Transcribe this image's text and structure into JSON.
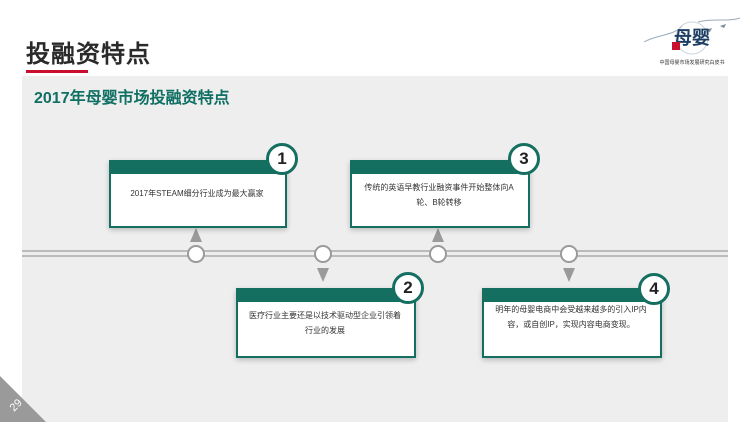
{
  "header": {
    "title": "投融资特点",
    "logo_text": "母婴",
    "logo_caption": "中国母婴市场发展研究白皮书"
  },
  "panel": {
    "subtitle": "2017年母婴市场投融资特点"
  },
  "cards": [
    {
      "number": "1",
      "text": "2017年STEAM细分行业成为最大赢家"
    },
    {
      "number": "2",
      "text": "医疗行业主要还是以技术驱动型企业引领着行业的发展"
    },
    {
      "number": "3",
      "text": "传统的英语早教行业融资事件开始整体向A轮、B轮转移"
    },
    {
      "number": "4",
      "text": "明年的母婴电商中会受越来越多的引入IP内容，或自创IP，实现内容电商变现。"
    }
  ],
  "page_number": "29",
  "colors": {
    "accent_teal": "#156f61",
    "subtitle_teal": "#0f6f63",
    "title_underline": "#c8102e",
    "panel_bg": "#eeeeee"
  }
}
